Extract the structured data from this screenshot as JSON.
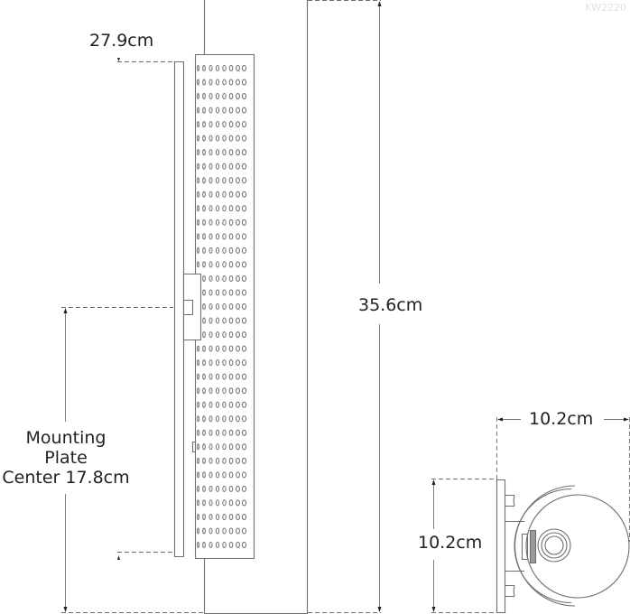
{
  "watermark": "KW2220",
  "dimensions": {
    "plate_top_height": "27.9cm",
    "overall_height": "35.6cm",
    "mounting_plate": {
      "line1": "Mounting",
      "line2": "Plate",
      "line3": "Center 17.8cm"
    },
    "side_depth": "10.2cm",
    "side_height": "10.2cm"
  },
  "views": {
    "front": {
      "perforation_rows": 35,
      "perforation_cols": 8
    },
    "side": {}
  },
  "colors": {
    "line": "#6d6e70",
    "text": "#231f20",
    "watermark": "#e2e2e2"
  }
}
